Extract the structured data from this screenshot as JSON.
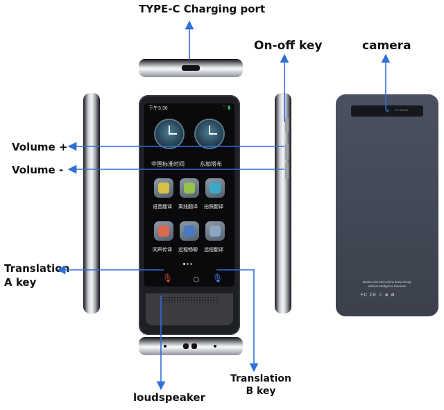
{
  "labels": {
    "typec": "TYPE-C Charging port",
    "onoff": "On-off key",
    "camera": "camera",
    "volume_up": "Volume +",
    "volume_down": "Volume -",
    "translation_a_line1": "Translation",
    "translation_a_line2": "A key",
    "translation_b_line1": "Translation",
    "translation_b_line2": "B key",
    "loudspeaker": "loudspeaker"
  },
  "screen": {
    "time": "下午3:36",
    "status_icons": "⌔ ▮",
    "clock_left_label": "中国标准时间",
    "clock_right_label": "东加塔布",
    "apps": [
      {
        "label": "语音翻译",
        "color": "#d7c049"
      },
      {
        "label": "离线翻译",
        "color": "#9ac24a"
      },
      {
        "label": "拍照翻译",
        "color": "#3fa7c7"
      },
      {
        "label": "同声传译",
        "color": "#d96a4b"
      },
      {
        "label": "远程畅聊",
        "color": "#4a79c4"
      },
      {
        "label": "远程翻译",
        "color": "#8aa6c0"
      }
    ],
    "mic_a_color": "#e0473b",
    "mic_b_color": "#4d86f0"
  },
  "back": {
    "camera_text": "8.0 MEGA",
    "brand_text_line1": "Madein shenzhen China brand design",
    "brand_text_line2": "artificial intelligence translator",
    "certs": "FC CE ♲ ⊗ ♻"
  },
  "colors": {
    "arrow": "#2f6fd6"
  }
}
